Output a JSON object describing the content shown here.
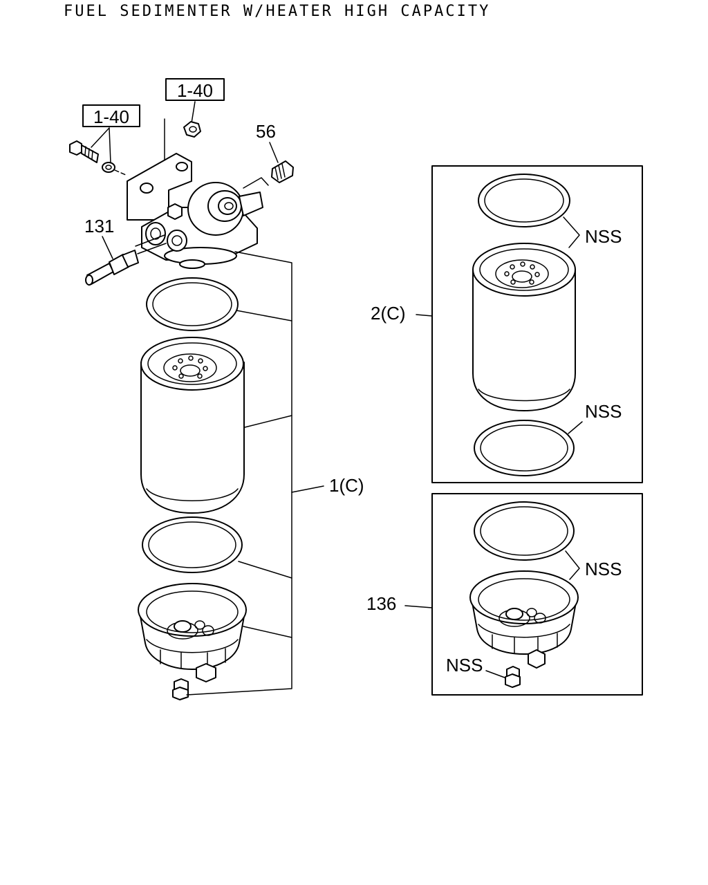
{
  "title": "FUEL SEDIMENTER W/HEATER HIGH CAPACITY",
  "callouts": {
    "ref_bolt": "1-40",
    "ref_nut": "1-40",
    "plug": "56",
    "connector": "131",
    "assembly": "1(C)",
    "element_kit": "2(C)",
    "bowl_kit": "136",
    "nss_ring_top": "NSS",
    "nss_ring_bottom": "NSS",
    "nss_ring_bowl": "NSS",
    "nss_drain": "NSS"
  }
}
